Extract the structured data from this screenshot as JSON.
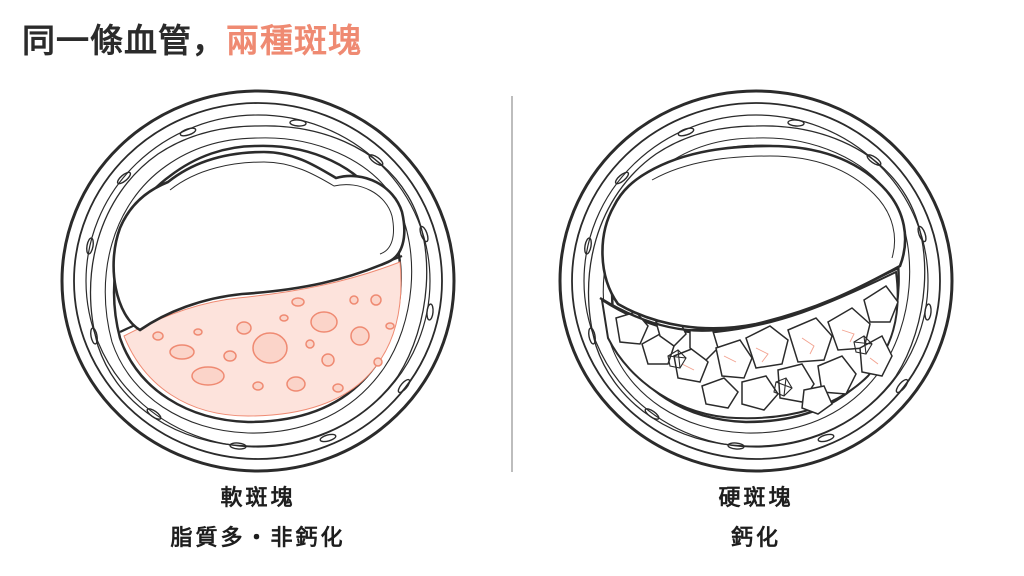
{
  "title": {
    "main": "同一條血管，",
    "accent": "兩種斑塊"
  },
  "colors": {
    "accent": "#ef8a72",
    "ink": "#2b2b2b",
    "fat_fill": "#fde3dc",
    "divider": "#bdbdbd"
  },
  "panels": [
    {
      "name": "軟斑塊",
      "description": "脂質多・非鈣化"
    },
    {
      "name": "硬斑塊",
      "description": "鈣化"
    }
  ]
}
